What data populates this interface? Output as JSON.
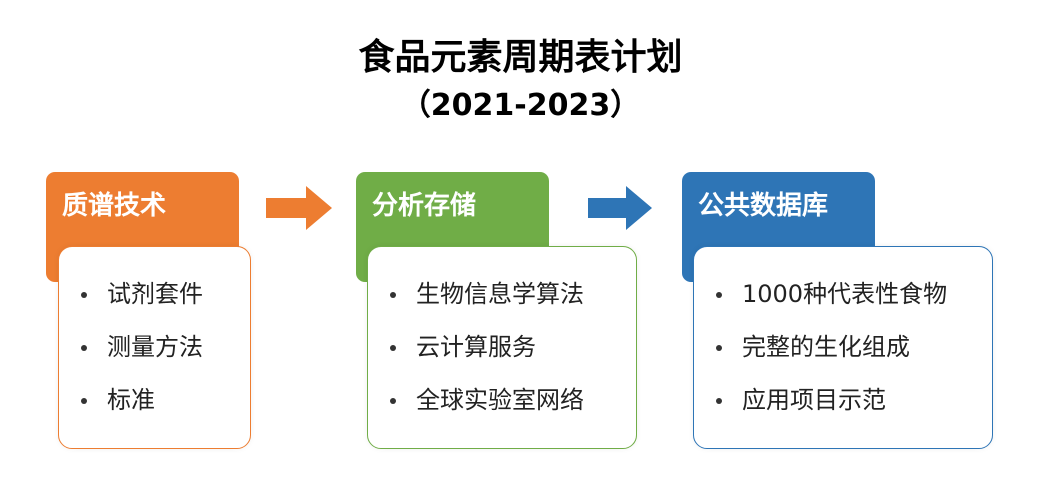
{
  "title": "食品元素周期表计划",
  "subtitle": "（2021-2023）",
  "stages": [
    {
      "header": "质谱技术",
      "color": "#ed7d31",
      "items": [
        "试剂套件",
        "测量方法",
        "标准"
      ]
    },
    {
      "header": "分析存储",
      "color": "#70ad47",
      "items": [
        "生物信息学算法",
        "云计算服务",
        "全球实验室网络"
      ]
    },
    {
      "header": "公共数据库",
      "color": "#2e75b6",
      "items": [
        "1000种代表性食物",
        "完整的生化组成",
        "应用项目示范"
      ]
    }
  ],
  "arrows": [
    {
      "from": "质谱技术",
      "to": "分析存储",
      "color": "#ed7d31"
    },
    {
      "from": "分析存储",
      "to": "公共数据库",
      "color": "#2e75b6"
    }
  ]
}
